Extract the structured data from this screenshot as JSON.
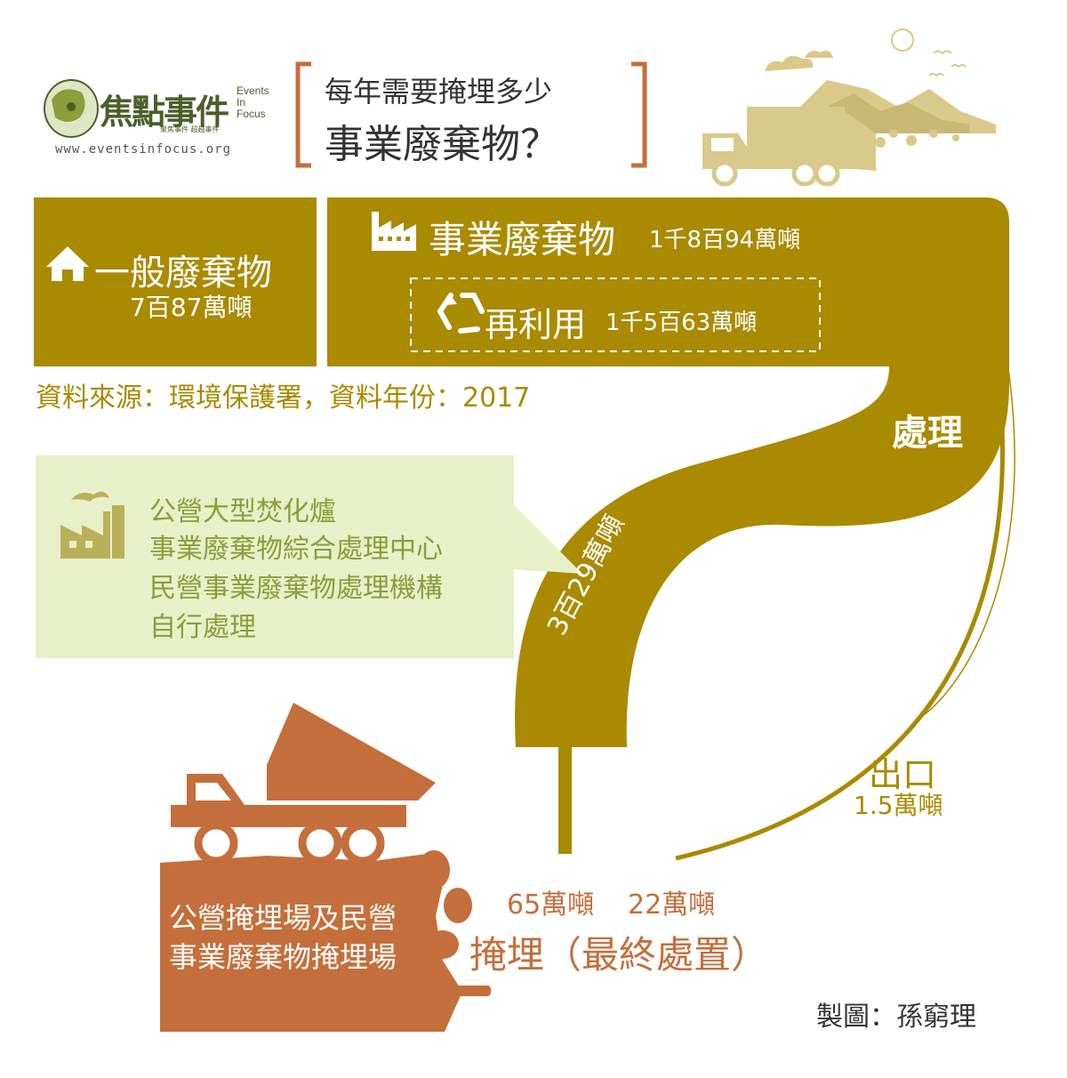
{
  "logo": {
    "name_cn": "焦點事件",
    "name_en_1": "Events",
    "name_en_2": "In",
    "name_en_3": "Focus",
    "tagline": "聚焦事件 超越事件",
    "url": "www.eventsinfocus.org"
  },
  "header": {
    "title_line1": "每年需要掩埋多少",
    "title_line2": "事業廢棄物？"
  },
  "general_waste": {
    "label": "一般廢棄物",
    "amount": "7百87萬噸",
    "icon": "house-icon"
  },
  "industrial_waste": {
    "label": "事業廢棄物",
    "amount": "1千8百94萬噸",
    "icon": "factory-icon"
  },
  "reuse": {
    "label": "再利用",
    "amount": "1千5百63萬噸",
    "icon": "recycle-icon"
  },
  "source_note": "資料來源：環境保護署，資料年份：2017",
  "treatment": {
    "label": "處理",
    "flow_amount": "3百29萬噸",
    "facilities": [
      "公營大型焚化爐",
      "事業廢棄物綜合處理中心",
      "民營事業廢棄物處理機構",
      "自行處理"
    ],
    "icon": "factory-smoke-icon"
  },
  "export": {
    "label": "出口",
    "amount": "1.5萬噸"
  },
  "landfill": {
    "amount_a": "65萬噸",
    "amount_b": "22萬噸",
    "label": "掩埋（最終處置）",
    "sites": "公營掩埋場及民營事業廢棄物掩埋場"
  },
  "credit": "製圖：孫窮理",
  "colors": {
    "olive": "#a98a00",
    "orange": "#c46f3b",
    "light_green": "#e8f0c9",
    "tan": "#d9c98a"
  }
}
